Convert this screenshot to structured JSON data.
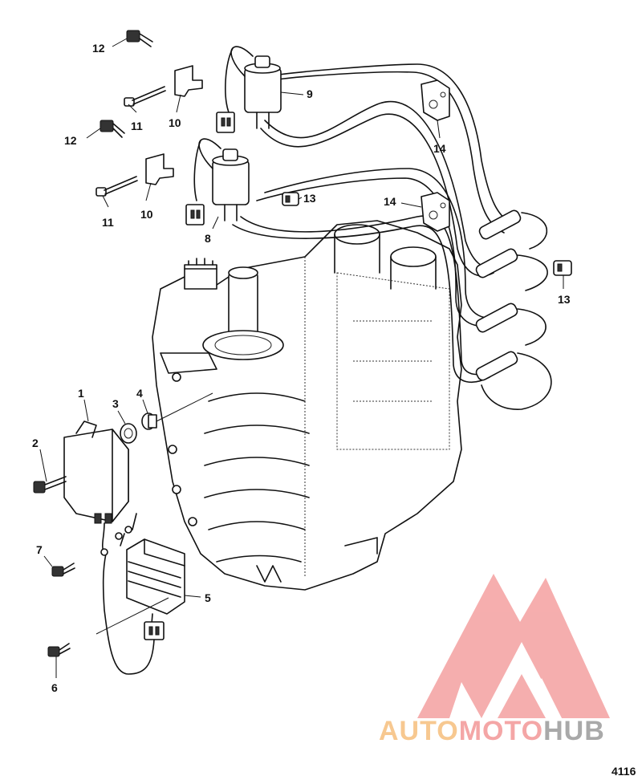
{
  "diagram": {
    "figure_number": "4116",
    "callouts": {
      "c1": "1",
      "c2": "2",
      "c3": "3",
      "c4": "4",
      "c5": "5",
      "c6": "6",
      "c7": "7",
      "c8": "8",
      "c9": "9",
      "c10a": "10",
      "c10b": "10",
      "c11a": "11",
      "c11b": "11",
      "c12a": "12",
      "c12b": "12",
      "c13a": "13",
      "c13b": "13",
      "c14a": "14",
      "c14b": "14"
    }
  },
  "watermark": {
    "part1": "AUTO",
    "part2": "MOTO",
    "part3": "HUB",
    "colors": {
      "auto": "#f7c890",
      "moto": "#f4a6a6",
      "hub": "#a9a9a9",
      "logo": "#f4a0a0"
    }
  }
}
